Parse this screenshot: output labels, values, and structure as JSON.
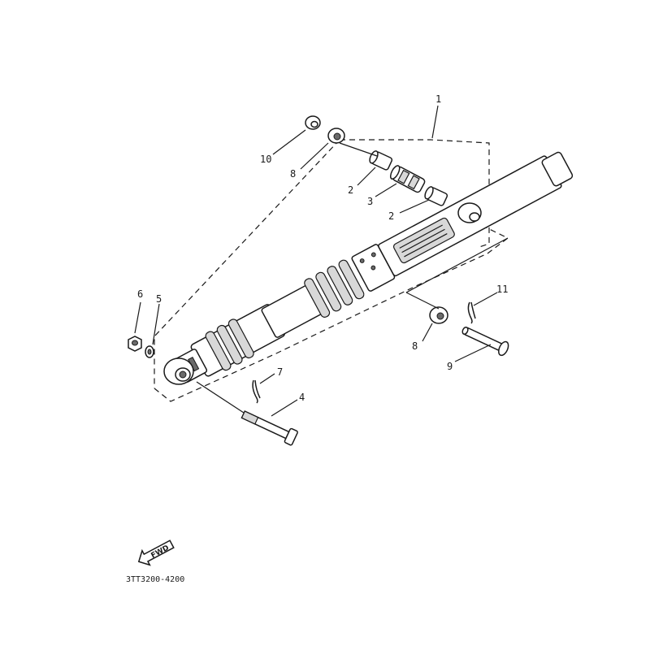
{
  "diagram": {
    "drawing_code": "3TT3200-4200",
    "fwd_label": "FWD",
    "callouts": [
      {
        "id": "callout-1",
        "text": "1"
      },
      {
        "id": "callout-2a",
        "text": "2"
      },
      {
        "id": "callout-2b",
        "text": "2"
      },
      {
        "id": "callout-3",
        "text": "3"
      },
      {
        "id": "callout-4",
        "text": "4"
      },
      {
        "id": "callout-5",
        "text": "5"
      },
      {
        "id": "callout-6",
        "text": "6"
      },
      {
        "id": "callout-7",
        "text": "7"
      },
      {
        "id": "callout-8a",
        "text": "8"
      },
      {
        "id": "callout-8b",
        "text": "8"
      },
      {
        "id": "callout-9",
        "text": "9"
      },
      {
        "id": "callout-10",
        "text": "10"
      },
      {
        "id": "callout-11",
        "text": "11"
      }
    ]
  }
}
